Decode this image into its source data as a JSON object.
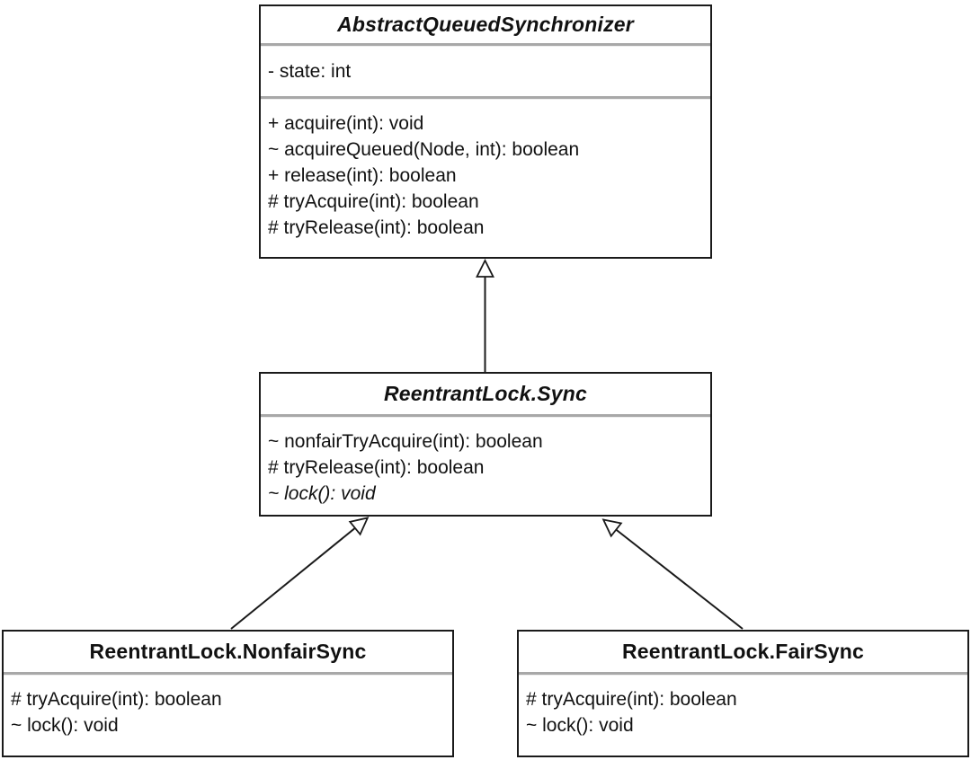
{
  "diagram": {
    "type": "uml-class-diagram",
    "classes": [
      {
        "name": "AbstractQueuedSynchronizer",
        "abstract": true,
        "attributes": [
          {
            "text": "- state: int",
            "visibility": "private"
          }
        ],
        "methods": [
          {
            "text": "+ acquire(int): void",
            "visibility": "public",
            "abstract": false
          },
          {
            "text": "~ acquireQueued(Node, int): boolean",
            "visibility": "package",
            "abstract": false
          },
          {
            "text": "+ release(int): boolean",
            "visibility": "public",
            "abstract": false
          },
          {
            "text": "# tryAcquire(int): boolean",
            "visibility": "protected",
            "abstract": false
          },
          {
            "text": "# tryRelease(int): boolean",
            "visibility": "protected",
            "abstract": false
          }
        ]
      },
      {
        "name": "ReentrantLock.Sync",
        "abstract": true,
        "attributes": [],
        "methods": [
          {
            "text": "~ nonfairTryAcquire(int): boolean",
            "visibility": "package",
            "abstract": false
          },
          {
            "text": "# tryRelease(int): boolean",
            "visibility": "protected",
            "abstract": false
          },
          {
            "text": "~ lock(): void",
            "visibility": "package",
            "abstract": true
          }
        ]
      },
      {
        "name": "ReentrantLock.NonfairSync",
        "abstract": false,
        "attributes": [],
        "methods": [
          {
            "text": "# tryAcquire(int): boolean",
            "visibility": "protected",
            "abstract": false
          },
          {
            "text": "~ lock(): void",
            "visibility": "package",
            "abstract": false
          }
        ]
      },
      {
        "name": "ReentrantLock.FairSync",
        "abstract": false,
        "attributes": [],
        "methods": [
          {
            "text": "# tryAcquire(int): boolean",
            "visibility": "protected",
            "abstract": false
          },
          {
            "text": "~ lock(): void",
            "visibility": "package",
            "abstract": false
          }
        ]
      }
    ],
    "relationships": [
      {
        "type": "generalization",
        "from": "ReentrantLock.Sync",
        "to": "AbstractQueuedSynchronizer"
      },
      {
        "type": "generalization",
        "from": "ReentrantLock.NonfairSync",
        "to": "ReentrantLock.Sync"
      },
      {
        "type": "generalization",
        "from": "ReentrantLock.FairSync",
        "to": "ReentrantLock.Sync"
      }
    ],
    "colors": {
      "line": "#1a1a1a",
      "box_fill": "#ffffff",
      "separator": "#a8a8a8",
      "background": "#ffffff"
    }
  }
}
